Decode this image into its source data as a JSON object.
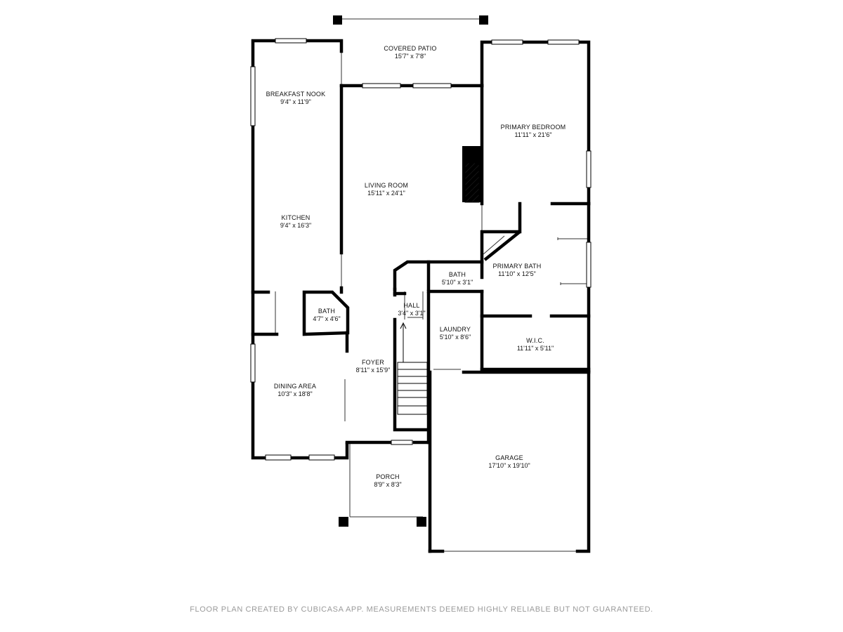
{
  "rooms": {
    "covered_patio": {
      "name": "COVERED PATIO",
      "dims": "15'7\" x 7'8\""
    },
    "breakfast_nook": {
      "name": "BREAKFAST NOOK",
      "dims": "9'4\" x 11'9\""
    },
    "primary_bedroom": {
      "name": "PRIMARY BEDROOM",
      "dims": "11'11\" x 21'6\""
    },
    "living_room": {
      "name": "LIVING ROOM",
      "dims": "15'11\" x 24'1\""
    },
    "kitchen": {
      "name": "KITCHEN",
      "dims": "9'4\" x 16'3\""
    },
    "bath_center": {
      "name": "BATH",
      "dims": "5'10\" x 3'1\""
    },
    "primary_bath": {
      "name": "PRIMARY BATH",
      "dims": "11'10\" x 12'5\""
    },
    "hall": {
      "name": "HALL",
      "dims": "3'4\" x 3'1\""
    },
    "bath_left": {
      "name": "BATH",
      "dims": "4'7\" x 4'6\""
    },
    "laundry": {
      "name": "LAUNDRY",
      "dims": "5'10\" x 8'6\""
    },
    "wic": {
      "name": "W.I.C.",
      "dims": "11'11\" x 5'11\""
    },
    "foyer": {
      "name": "FOYER",
      "dims": "8'11\" x 15'9\""
    },
    "dining_area": {
      "name": "DINING AREA",
      "dims": "10'3\" x 18'8\""
    },
    "garage": {
      "name": "GARAGE",
      "dims": "17'10\" x 19'10\""
    },
    "porch": {
      "name": "PORCH",
      "dims": "8'9\" x 8'3\""
    }
  },
  "footer": {
    "text": "FLOOR PLAN CREATED BY CUBICASA APP. MEASUREMENTS DEEMED HIGHLY RELIABLE BUT NOT GUARANTEED."
  }
}
